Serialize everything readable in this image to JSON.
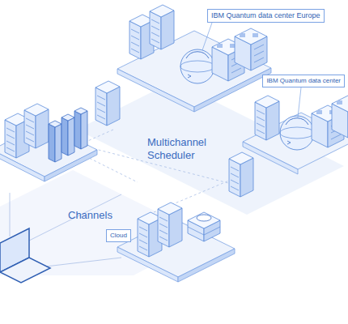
{
  "diagram": {
    "nodes": [
      {
        "text": [
          "IBM Quantum data center Europe"
        ]
      },
      {
        "text": [
          "IBM Quantum data center"
        ]
      },
      {
        "text": [
          "Cloud"
        ]
      }
    ],
    "labels": [
      "Multichannel Scheduler",
      "Channels"
    ]
  }
}
